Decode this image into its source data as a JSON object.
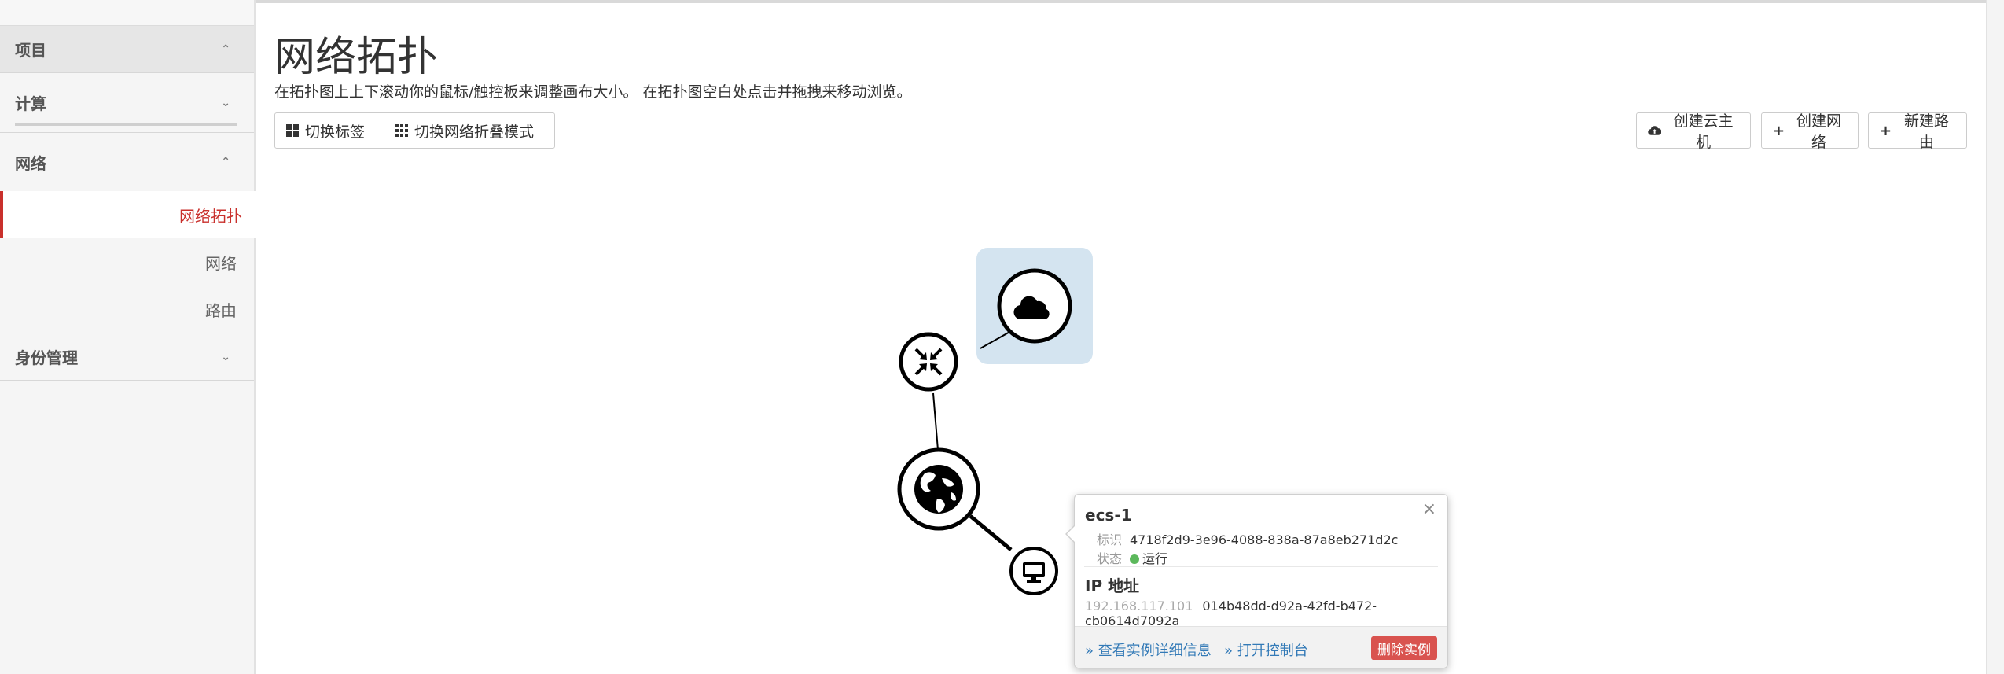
{
  "sidebar": {
    "sections": [
      {
        "label": "项目",
        "chevron": "⌃"
      },
      {
        "label": "计算",
        "chevron": "⌄"
      },
      {
        "label": "网络",
        "chevron": "⌃"
      },
      {
        "label": "身份管理",
        "chevron": "⌄"
      }
    ],
    "network_items": [
      {
        "label": "网络拓扑",
        "active": true
      },
      {
        "label": "网络"
      },
      {
        "label": "路由"
      }
    ]
  },
  "page": {
    "title": "网络拓扑",
    "subtitle": "在拓扑图上上下滚动你的鼠标/触控板来调整画布大小。 在拓扑图空白处点击并拖拽来移动浏览。"
  },
  "toolbar": {
    "toggle_labels": "切换标签",
    "toggle_collapse": "切换网络折叠模式",
    "create_instance": "创建云主机",
    "create_network": "创建网络",
    "create_router": "新建路由"
  },
  "topology": {
    "nodes": [
      {
        "name": "external-network",
        "icon": "cloud-icon"
      },
      {
        "name": "router",
        "icon": "router-arrows-icon"
      },
      {
        "name": "network",
        "icon": "globe-icon"
      },
      {
        "name": "instance",
        "icon": "monitor-icon"
      }
    ],
    "colors": {
      "network_bg": "#d4e4f0",
      "node_stroke": "#000000"
    }
  },
  "popup": {
    "name": "ecs-1",
    "id_label": "标识",
    "id_value": "4718f2d9-3e96-4088-838a-87a8eb271d2c",
    "status_label": "状态",
    "status_value": "运行",
    "ip_heading": "IP 地址",
    "ip_address": "192.168.117.101",
    "port_id": "014b48dd-d92a-42fd-b472-cb0614d7092a",
    "link_details": "» 查看实例详细信息",
    "link_console": "» 打开控制台",
    "delete_label": "删除实例",
    "close": "×"
  }
}
